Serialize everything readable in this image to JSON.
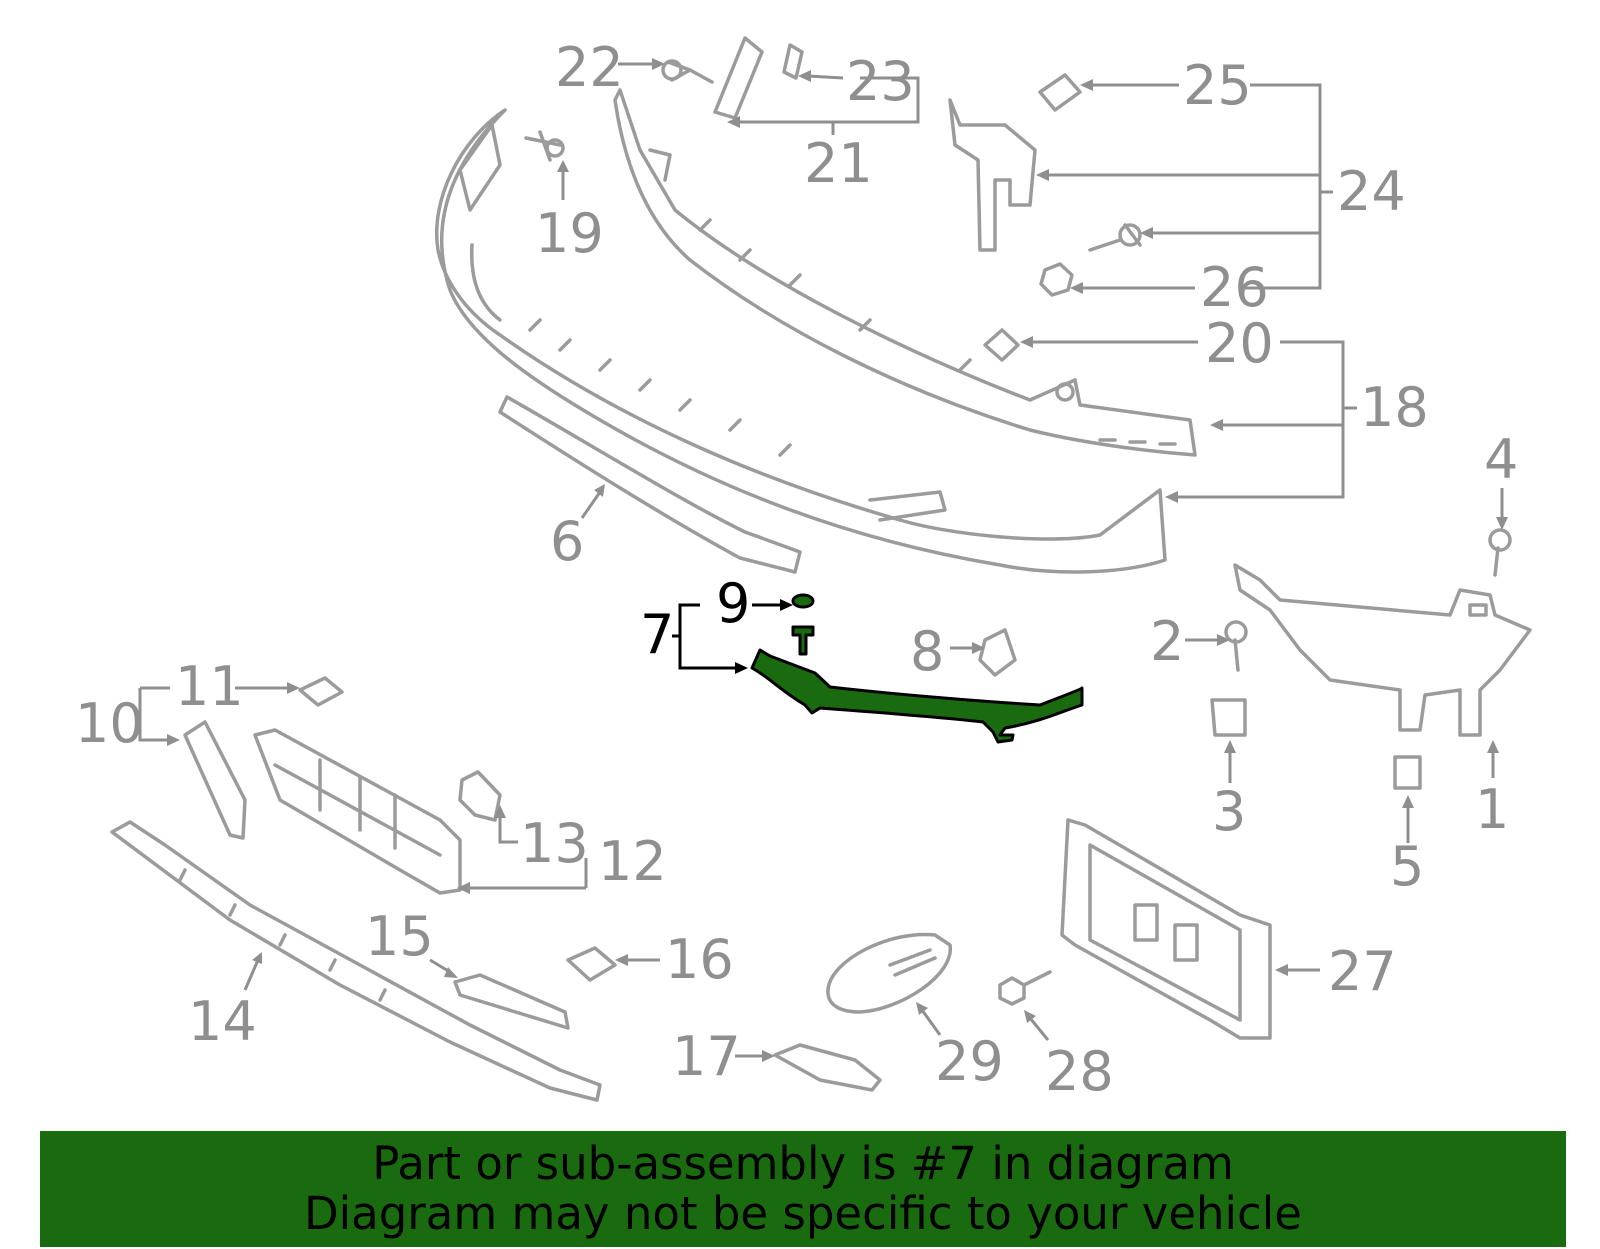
{
  "callouts": {
    "c1": "1",
    "c2": "2",
    "c3": "3",
    "c4": "4",
    "c5": "5",
    "c6": "6",
    "c7": "7",
    "c8": "8",
    "c9": "9",
    "c10": "10",
    "c11": "11",
    "c12": "12",
    "c13": "13",
    "c14": "14",
    "c15": "15",
    "c16": "16",
    "c17": "17",
    "c18": "18",
    "c19": "19",
    "c20": "20",
    "c21": "21",
    "c22": "22",
    "c23": "23",
    "c24": "24",
    "c25": "25",
    "c26": "26",
    "c27": "27",
    "c28": "28",
    "c29": "29"
  },
  "highlighted_part": "7",
  "colors": {
    "highlight": "#1a6b10",
    "parts": "#9b9b9b",
    "banner": "#1a6b10"
  },
  "banner": {
    "line1": "Part or sub-assembly is #7 in diagram",
    "line2": "Diagram may not be specific to your vehicle"
  }
}
